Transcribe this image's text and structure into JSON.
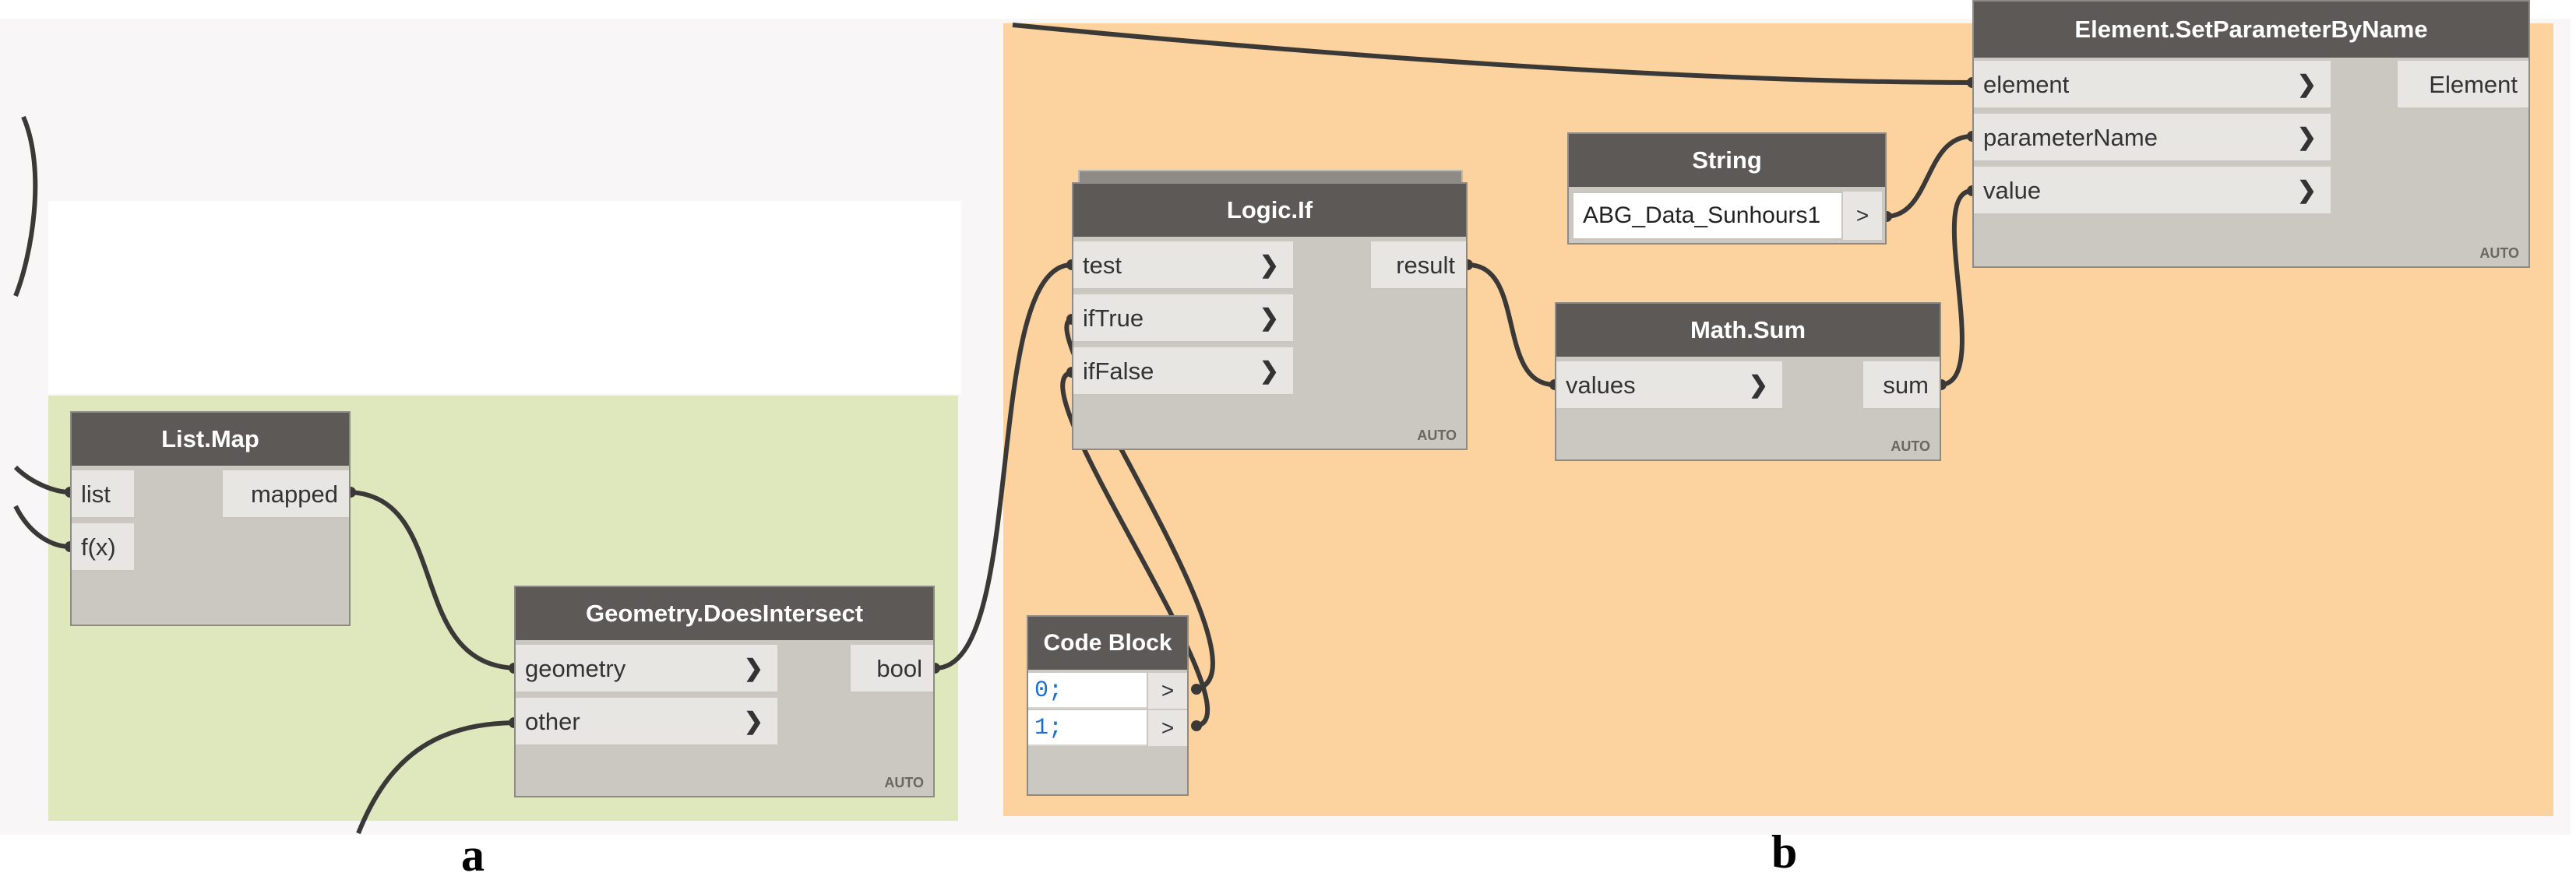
{
  "captions": {
    "left": "a",
    "right": "b"
  },
  "colors": {
    "green_group": "#dfe7bd",
    "orange_group": "#fcd29f",
    "node_header": "#5c5956",
    "node_body": "#cbc7c1",
    "wire": "#3b3937",
    "code_number": "#1a6fd6"
  },
  "nodes": {
    "list_map": {
      "title": "List.Map",
      "inputs": [
        "list",
        "f(x)"
      ],
      "output": "mapped"
    },
    "does_intersect": {
      "title": "Geometry.DoesIntersect",
      "inputs": [
        "geometry",
        "other"
      ],
      "output": "bool",
      "lacing": "AUTO"
    },
    "logic_if": {
      "title": "Logic.If",
      "inputs": [
        "test",
        "ifTrue",
        "ifFalse"
      ],
      "output": "result",
      "lacing": "AUTO"
    },
    "code_block": {
      "title": "Code Block",
      "lines": [
        "0;",
        "1;"
      ],
      "output_symbol": ">"
    },
    "string": {
      "title": "String",
      "value": "ABG_Data_Sunhours1",
      "output_symbol": ">"
    },
    "math_sum": {
      "title": "Math.Sum",
      "inputs": [
        "values"
      ],
      "output": "sum",
      "lacing": "AUTO"
    },
    "set_param": {
      "title": "Element.SetParameterByName",
      "inputs": [
        "element",
        "parameterName",
        "value"
      ],
      "output": "Element",
      "lacing": "AUTO"
    }
  }
}
